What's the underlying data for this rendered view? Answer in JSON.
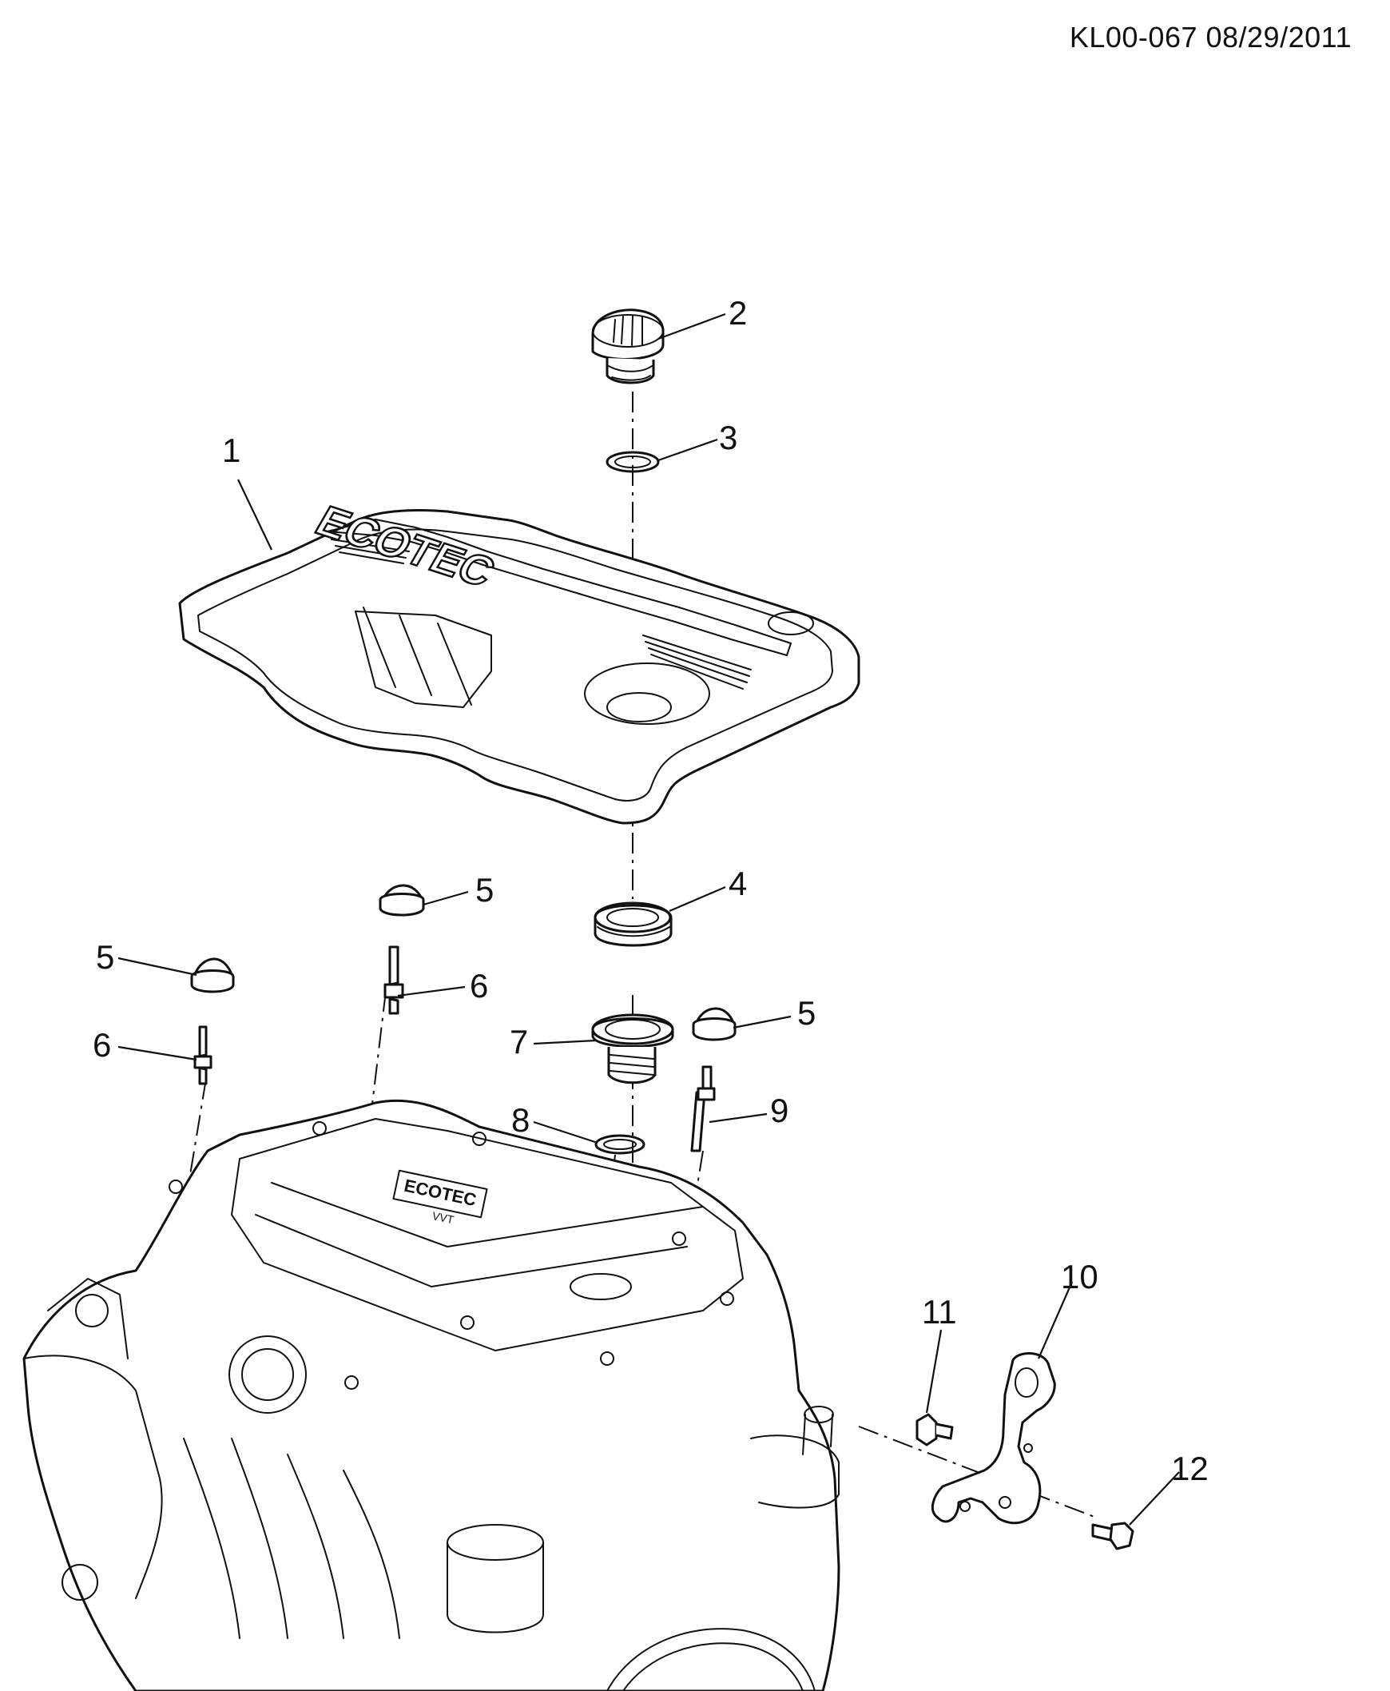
{
  "document": {
    "reference": "KL00-067 08/29/2011"
  },
  "cover": {
    "emblem_text": "ECOTEC"
  },
  "engine": {
    "valve_cover_badge": "ECOTEC",
    "badge_sub": "VVT"
  },
  "callouts": [
    {
      "id": "1",
      "label": "1"
    },
    {
      "id": "2",
      "label": "2"
    },
    {
      "id": "3",
      "label": "3"
    },
    {
      "id": "4",
      "label": "4"
    },
    {
      "id": "5a",
      "label": "5"
    },
    {
      "id": "5b",
      "label": "5"
    },
    {
      "id": "5c",
      "label": "5"
    },
    {
      "id": "6a",
      "label": "6"
    },
    {
      "id": "6b",
      "label": "6"
    },
    {
      "id": "7",
      "label": "7"
    },
    {
      "id": "8",
      "label": "8"
    },
    {
      "id": "9",
      "label": "9"
    },
    {
      "id": "10",
      "label": "10"
    },
    {
      "id": "11",
      "label": "11"
    },
    {
      "id": "12",
      "label": "12"
    }
  ]
}
